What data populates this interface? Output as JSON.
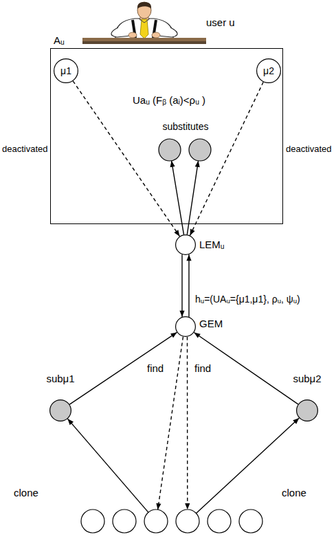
{
  "diagram": {
    "nodes": [
      {
        "text": [
          "Aᵤ",
          "Uaᵤ (Fᵦ (aᵢ)<ρᵤ )",
          "substitutes"
        ]
      },
      {
        "text": [
          "μ1"
        ],
        "in": 0
      },
      {
        "text": [
          "μ2"
        ],
        "in": 0
      },
      {
        "text": [
          "LEMᵤ"
        ]
      },
      {
        "text": [
          "GEM"
        ]
      },
      {
        "text": [
          "subμ1"
        ]
      },
      {
        "text": [
          "subμ2"
        ]
      }
    ],
    "edges": [
      {
        "from": 1,
        "to": 3,
        "arrow": "to"
      },
      {
        "from": 2,
        "to": 3,
        "arrow": "to"
      },
      {
        "from": 3,
        "to": 4,
        "arrow": "to"
      },
      {
        "from": 4,
        "to": 3,
        "arrow": "to"
      },
      {
        "from": 5,
        "to": 4,
        "arrow": "to"
      },
      {
        "from": 6,
        "to": 4,
        "arrow": "to"
      }
    ],
    "labels": [
      "user u",
      "deactivated",
      "deactivated",
      "hᵤ=(UAᵤ={μ1,μ1}, ρᵤ, ψᵤ)",
      "find",
      "find",
      "clone",
      "clone"
    ]
  }
}
